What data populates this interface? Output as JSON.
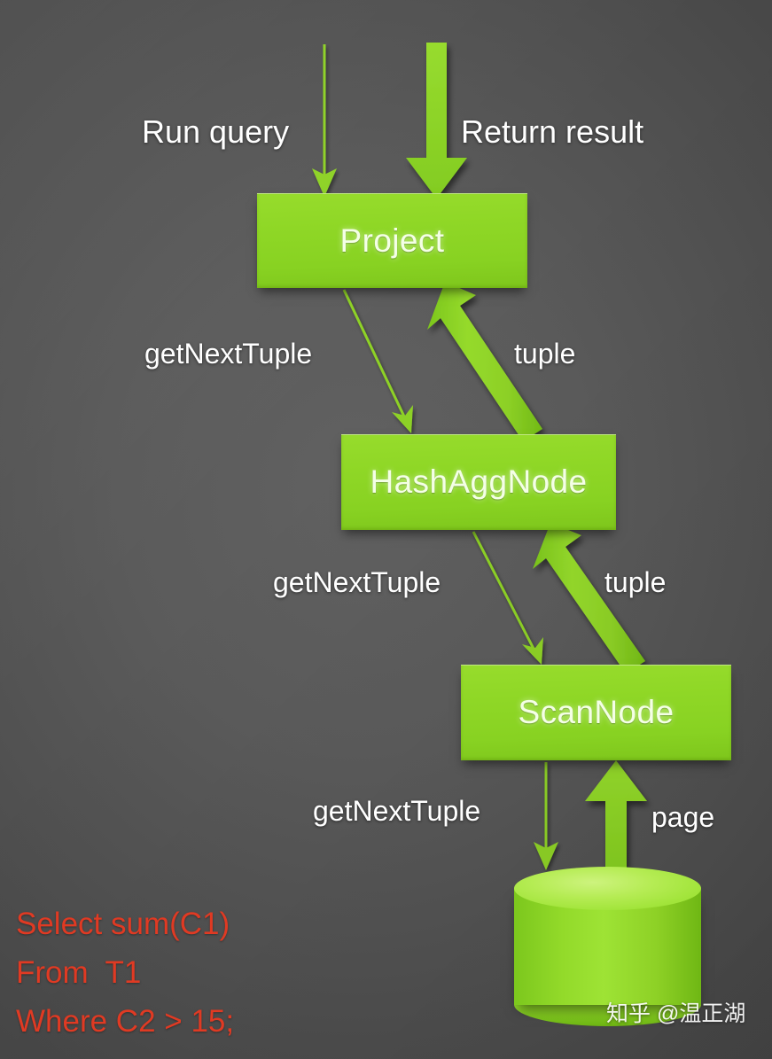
{
  "diagram": {
    "title": "Query execution volcano model",
    "background_color": "#555555",
    "accent_color": "#8fd726",
    "sql_color": "#e03a23",
    "label_color": "#ffffff"
  },
  "nodes": [
    {
      "id": "project",
      "label": "Project"
    },
    {
      "id": "hashagg",
      "label": "HashAggNode"
    },
    {
      "id": "scan",
      "label": "ScanNode"
    },
    {
      "id": "storage",
      "label": ""
    }
  ],
  "edges": [
    {
      "id": "run-query",
      "label": "Run query",
      "style": "thin",
      "direction": "down"
    },
    {
      "id": "return-result",
      "label": "Return result",
      "style": "thick",
      "direction": "down"
    },
    {
      "id": "get-next-tuple-1",
      "label": "getNextTuple",
      "style": "thin",
      "direction": "down-right"
    },
    {
      "id": "tuple-1",
      "label": "tuple",
      "style": "thick",
      "direction": "up-left"
    },
    {
      "id": "get-next-tuple-2",
      "label": "getNextTuple",
      "style": "thin",
      "direction": "down-right"
    },
    {
      "id": "tuple-2",
      "label": "tuple",
      "style": "thick",
      "direction": "up-left"
    },
    {
      "id": "get-next-tuple-3",
      "label": "getNextTuple",
      "style": "thin",
      "direction": "down"
    },
    {
      "id": "page",
      "label": "page",
      "style": "thick",
      "direction": "up"
    }
  ],
  "sql": {
    "line1": "Select sum(C1)",
    "line2": "From  T1",
    "line3": "Where C2 > 15;"
  },
  "watermark": {
    "text": "知乎 @温正湖"
  }
}
